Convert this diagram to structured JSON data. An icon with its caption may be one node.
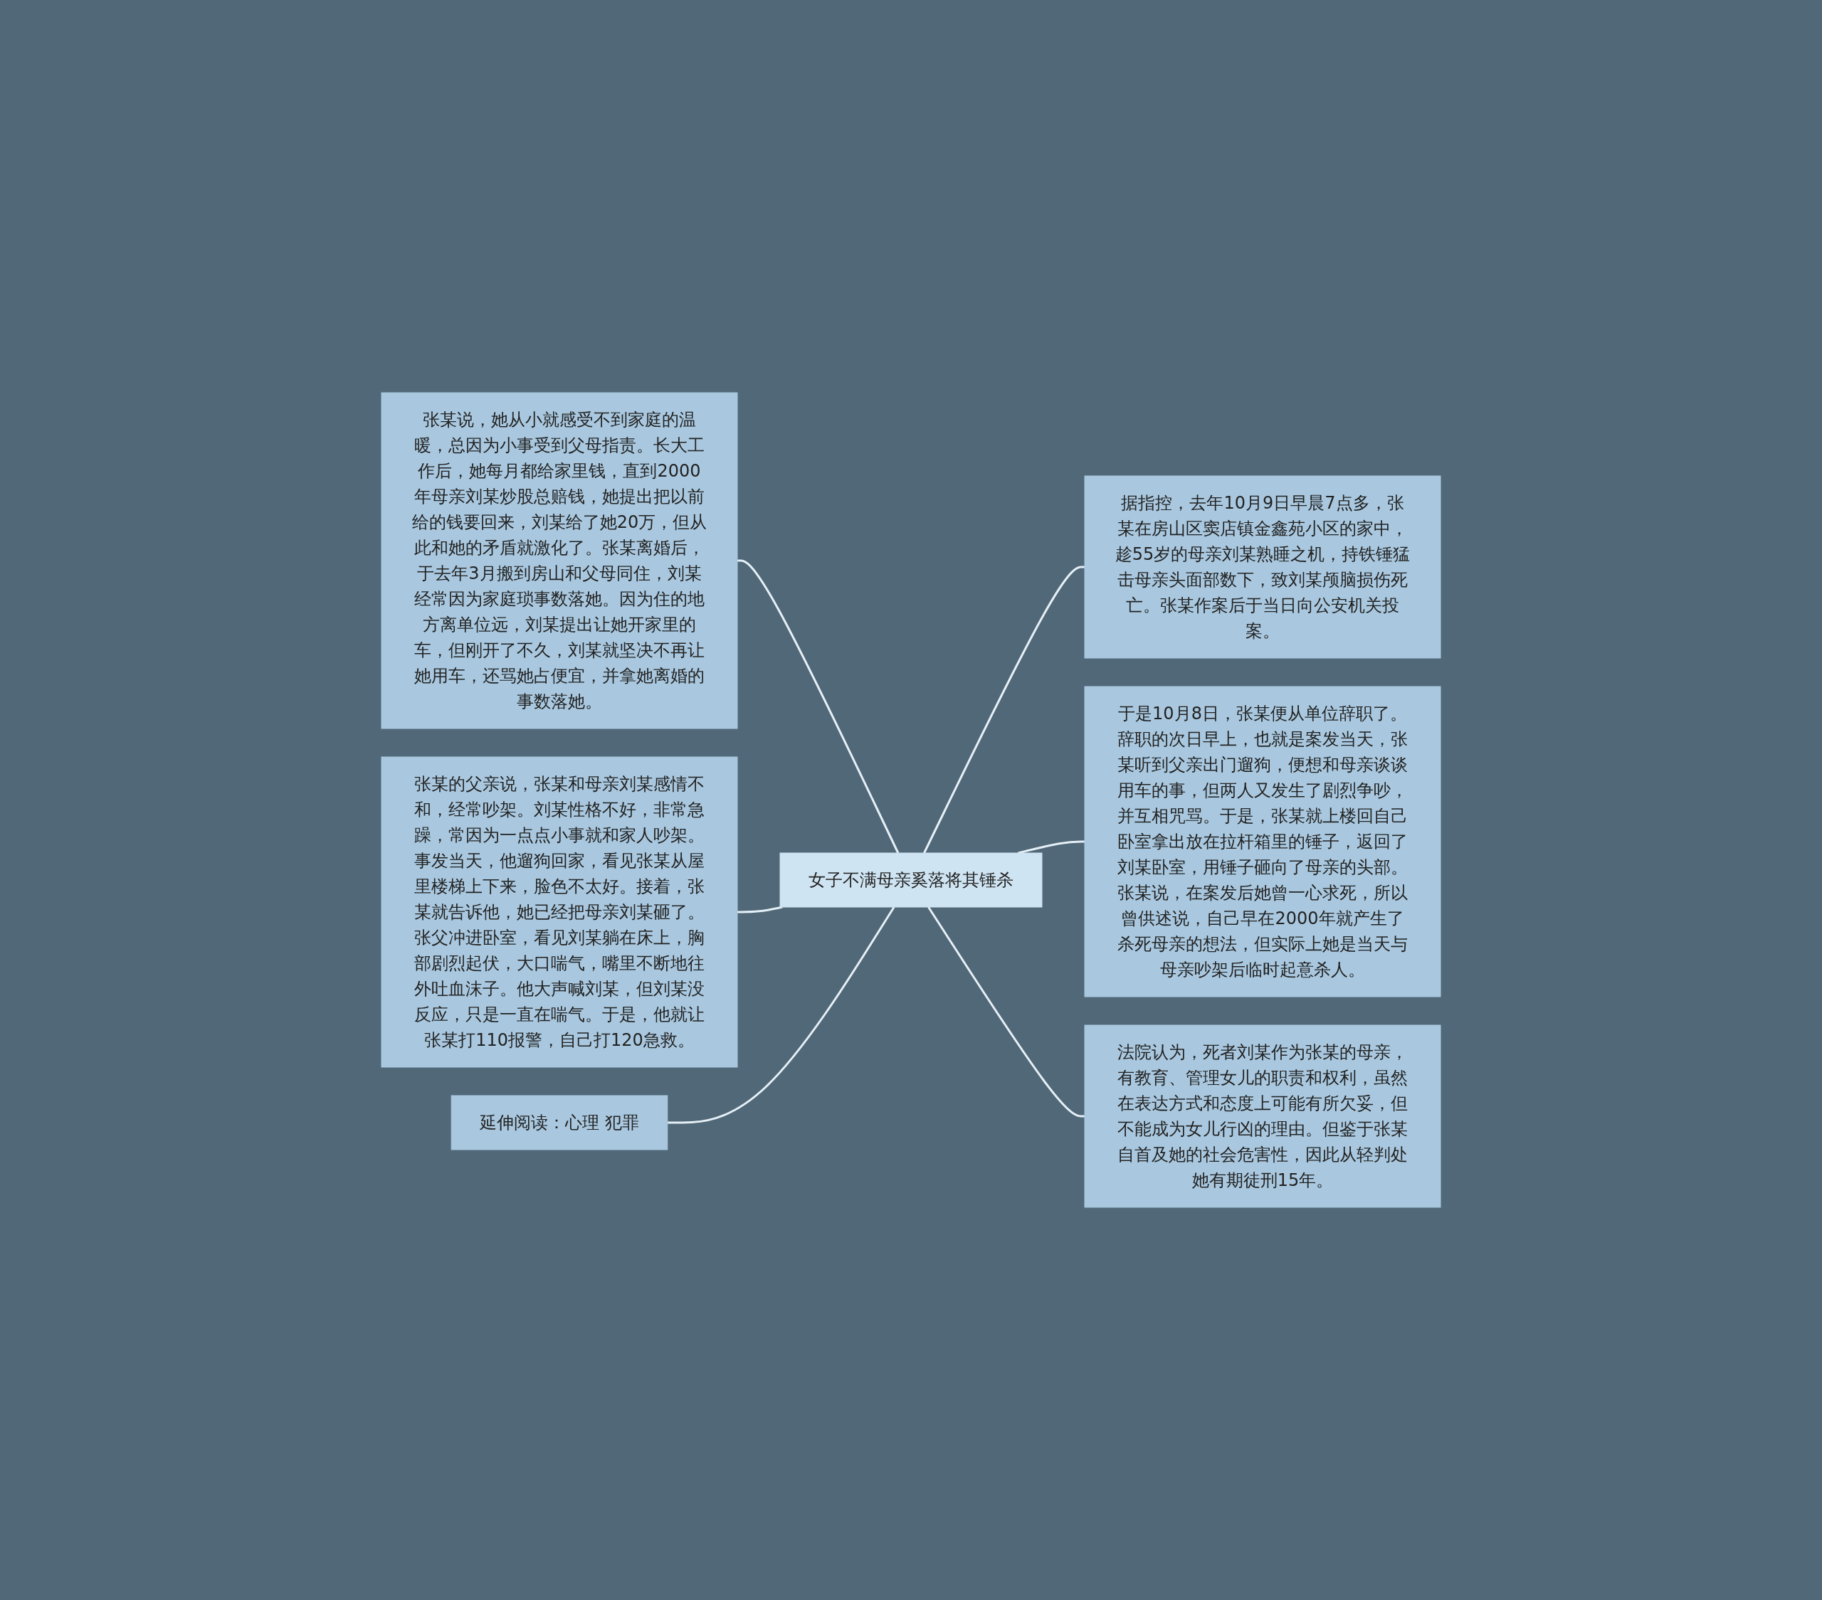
{
  "diagram": {
    "nodes": [
      {
        "text": [
          "女子不满母亲奚落将其锤杀"
        ]
      },
      {
        "text": [
          "张某说，她从小就感受不到家庭的温暖，总因为小事受到父母指责。长大工作后，她每月都给家里钱，直到2000年母亲刘某炒股总赔钱，她提出把以前给的钱要回来，刘某给了她20万，但从此和她的矛盾就激化了。张某离婚后，于去年3月搬到房山和父母同住，刘某经常因为家庭琐事数落她。因为住的地方离单位远，刘某提出让她开家里的车，但刚开了不久，刘某就坚决不再让她用车，还骂她占便宜，并拿她离婚的事数落她。"
        ]
      },
      {
        "text": [
          "张某的父亲说，张某和母亲刘某感情不和，经常吵架。刘某性格不好，非常急躁，常因为一点点小事就和家人吵架。事发当天，他遛狗回家，看见张某从屋里楼梯上下来，脸色不太好。接着，张某就告诉他，她已经把母亲刘某砸了。张父冲进卧室，看见刘某躺在床上，胸部剧烈起伏，大口喘气，嘴里不断地往外吐血沫子。他大声喊刘某，但刘某没反应，只是一直在喘气。于是，他就让张某打110报警，自己打120急救。"
        ]
      },
      {
        "text": [
          "延伸阅读：心理 犯罪"
        ]
      },
      {
        "text": [
          "据指控，去年10月9日早晨7点多，张某在房山区窦店镇金鑫苑小区的家中，趁55岁的母亲刘某熟睡之机，持铁锤猛击母亲头面部数下，致刘某颅脑损伤死亡。张某作案后于当日向公安机关投案。"
        ]
      },
      {
        "text": [
          "于是10月8日，张某便从单位辞职了。辞职的次日早上，也就是案发当天，张某听到父亲出门遛狗，便想和母亲谈谈用车的事，但两人又发生了剧烈争吵，并互相咒骂。于是，张某就上楼回自己卧室拿出放在拉杆箱里的锤子，返回了刘某卧室，用锤子砸向了母亲的头部。张某说，在案发后她曾一心求死，所以曾供述说，自己早在2000年就产生了杀死母亲的想法，但实际上她是当天与母亲吵架后临时起意杀人。"
        ]
      },
      {
        "text": [
          "法院认为，死者刘某作为张某的母亲，有教育、管理女儿的职责和权利，虽然在表达方式和态度上可能有所欠妥，但不能成为女儿行凶的理由。但鉴于张某自首及她的社会危害性，因此从轻判处她有期徒刑15年。"
        ]
      }
    ],
    "edges": [
      {
        "from": 1,
        "to": 0,
        "arrow": "none"
      },
      {
        "from": 2,
        "to": 0,
        "arrow": "none"
      },
      {
        "from": 3,
        "to": 0,
        "arrow": "none"
      },
      {
        "from": 0,
        "to": 4,
        "arrow": "none"
      },
      {
        "from": 0,
        "to": 5,
        "arrow": "none"
      },
      {
        "from": 0,
        "to": 6,
        "arrow": "none"
      }
    ]
  }
}
